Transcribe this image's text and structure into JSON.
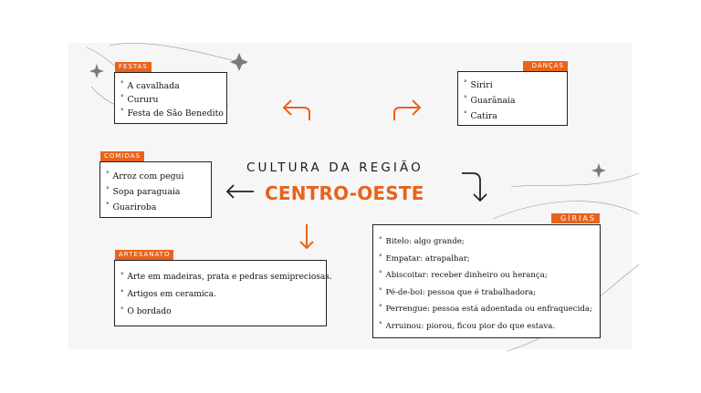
{
  "title": {
    "line1": "CULTURA DA REGIÃO",
    "line2": "CENTRO-OESTE"
  },
  "colors": {
    "accent": "#e8631c",
    "panel": "#f6f6f6",
    "ink": "#222222"
  },
  "boxes": {
    "festas": {
      "label": "FESTAS",
      "items": [
        "A cavalhada",
        "Cururu",
        "Festa de São Benedito"
      ]
    },
    "dancas": {
      "label": "DANÇAS",
      "items": [
        "Siriri",
        "Guarânaia",
        "Catira"
      ]
    },
    "comidas": {
      "label": "COMIDAS",
      "items": [
        "Arroz com pegui",
        "Sopa paraguaia",
        "Guariroba"
      ]
    },
    "artesanato": {
      "label": "ARTESANATO",
      "items": [
        "Arte em madeiras, prata e pedras semipreciosas.",
        "Artigos em ceramica.",
        "O bordado"
      ]
    },
    "girias": {
      "label": "GÍRIAS",
      "items": [
        "Bitelo: algo grande;",
        "Empatar: atrapalhar;",
        "Abiscoitar: receber dinheiro ou herança;",
        "Pé-de-boi: pessoa que é trabalhadora;",
        "Perrengue: pessoa está adoentada ou enfraquecida;",
        "Arruinou: piorou, ficou pior do que estava."
      ]
    }
  },
  "bullet": "°",
  "icons": [
    "sparkle-star-icon",
    "curved-arrow-icon",
    "straight-arrow-icon"
  ]
}
